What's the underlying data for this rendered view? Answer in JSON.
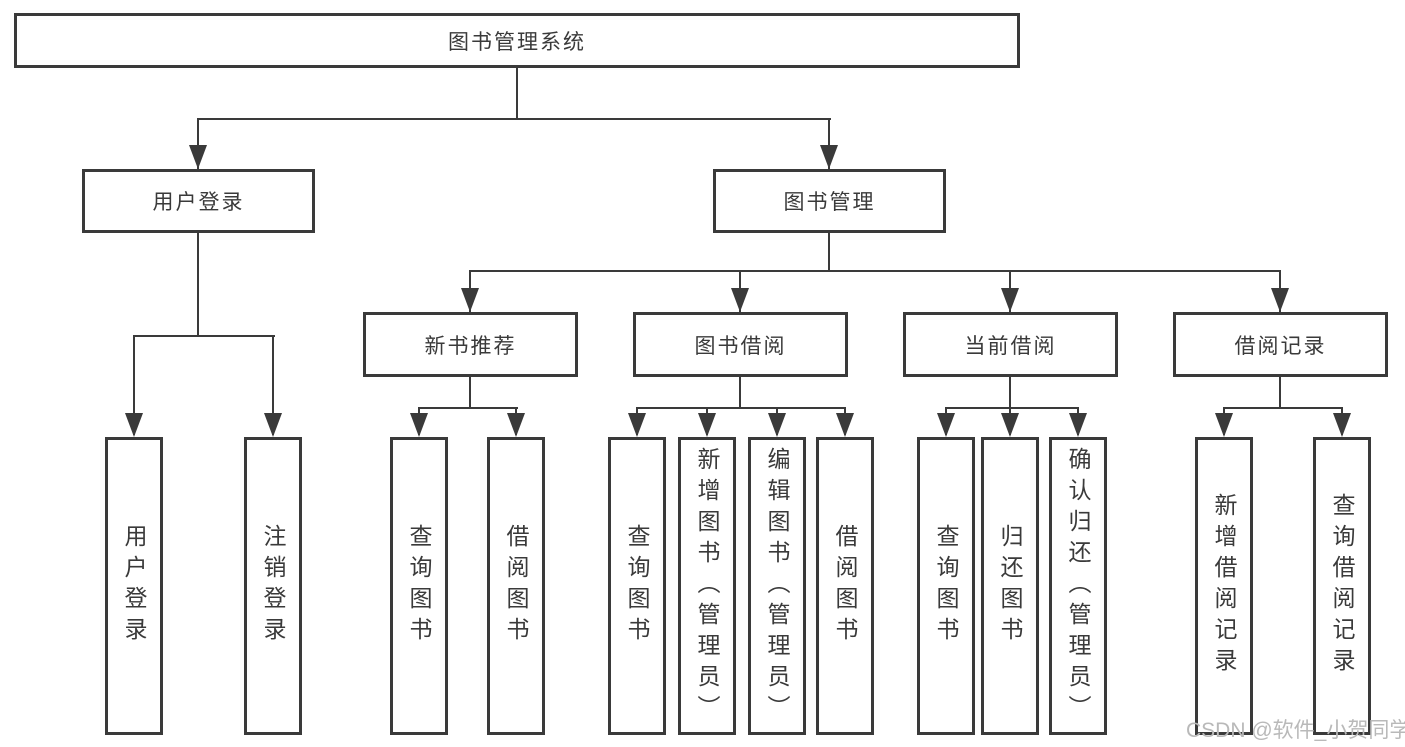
{
  "diagram": {
    "title": "图书管理系统",
    "level2": {
      "user_login": "用户登录",
      "book_mgmt": "图书管理"
    },
    "level3": {
      "new_books": "新书推荐",
      "book_borrow": "图书借阅",
      "current_borrow": "当前借阅",
      "borrow_records": "借阅记录"
    },
    "leaves": {
      "user_login": [
        "用户登录",
        "注销登录"
      ],
      "new_books": [
        "查询图书",
        "借阅图书"
      ],
      "book_borrow": [
        "查询图书",
        "新增图书（管理员）",
        "编辑图书（管理员）",
        "借阅图书"
      ],
      "current_borrow": [
        "查询图书",
        "归还图书",
        "确认归还（管理员）"
      ],
      "borrow_records": [
        "新增借阅记录",
        "查询借阅记录"
      ]
    },
    "watermark": "CSDN @软件_小贺同学",
    "colors": {
      "line": "#3a3a3a",
      "text": "#3a3a3a",
      "background": "#ffffff",
      "watermark": "#b9b9b9"
    }
  }
}
